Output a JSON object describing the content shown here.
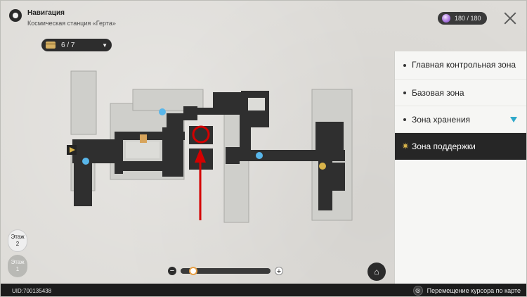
{
  "header": {
    "title": "Навигация",
    "subtitle": "Космическая станция «Герта»"
  },
  "chest_counter": {
    "value": "6 / 7",
    "icon": "treasure-chest-icon"
  },
  "energy": {
    "value": "180 / 180",
    "icon": "trailblaze-power-icon"
  },
  "zones": [
    {
      "label": "Главная контрольная зона",
      "active": false
    },
    {
      "label": "Базовая зона",
      "active": false
    },
    {
      "label": "Зона хранения",
      "active": false
    },
    {
      "label": "Зона поддержки",
      "active": true
    }
  ],
  "floors": [
    {
      "label": "Этаж",
      "number": "2",
      "active": true
    },
    {
      "label": "Этаж",
      "number": "1",
      "active": false
    }
  ],
  "zoom": {
    "minus": "−",
    "plus": "+"
  },
  "footer": {
    "uid": "UID:700135438",
    "hint": "Перемещение курсора по карте"
  },
  "colors": {
    "accent_red": "#d40000",
    "zone_marker_blue": "#2fa8c9",
    "active_bg": "#262626"
  }
}
